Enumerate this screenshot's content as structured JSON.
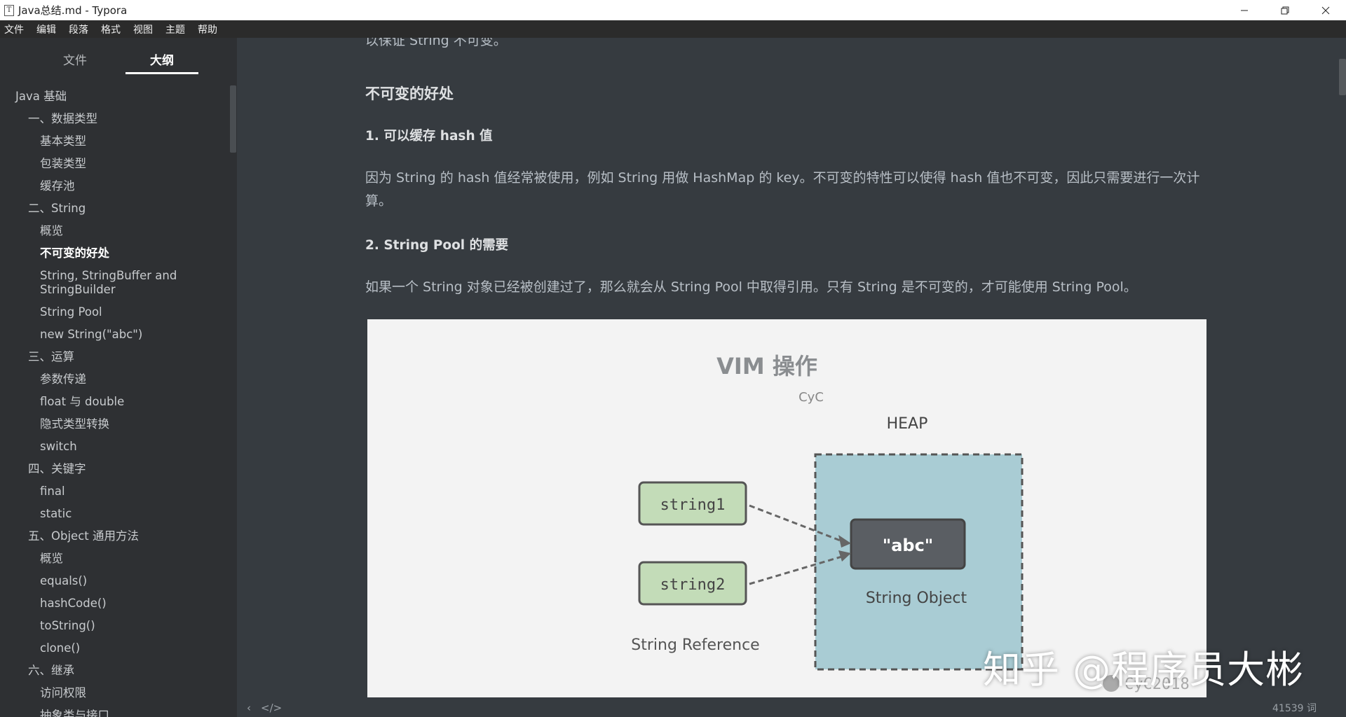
{
  "window": {
    "title": "Java总结.md - Typora",
    "app_icon": "T"
  },
  "menu": [
    "文件",
    "编辑",
    "段落",
    "格式",
    "视图",
    "主题",
    "帮助"
  ],
  "sidebar": {
    "tabs": [
      {
        "label": "文件",
        "active": false
      },
      {
        "label": "大纲",
        "active": true
      }
    ],
    "outline": [
      {
        "label": "Java 基础",
        "level": 1
      },
      {
        "label": "一、数据类型",
        "level": 2
      },
      {
        "label": "基本类型",
        "level": 3
      },
      {
        "label": "包装类型",
        "level": 3
      },
      {
        "label": "缓存池",
        "level": 3
      },
      {
        "label": "二、String",
        "level": 2
      },
      {
        "label": "概览",
        "level": 3
      },
      {
        "label": "不可变的好处",
        "level": 3,
        "active": true
      },
      {
        "label": "String, StringBuffer and StringBuilder",
        "level": 3
      },
      {
        "label": "String Pool",
        "level": 3
      },
      {
        "label": "new String(\"abc\")",
        "level": 3
      },
      {
        "label": "三、运算",
        "level": 2
      },
      {
        "label": "参数传递",
        "level": 3
      },
      {
        "label": "float 与 double",
        "level": 3
      },
      {
        "label": "隐式类型转换",
        "level": 3
      },
      {
        "label": "switch",
        "level": 3
      },
      {
        "label": "四、关键字",
        "level": 2
      },
      {
        "label": "final",
        "level": 3
      },
      {
        "label": "static",
        "level": 3
      },
      {
        "label": "五、Object 通用方法",
        "level": 2
      },
      {
        "label": "概览",
        "level": 3
      },
      {
        "label": "equals()",
        "level": 3
      },
      {
        "label": "hashCode()",
        "level": 3
      },
      {
        "label": "toString()",
        "level": 3
      },
      {
        "label": "clone()",
        "level": 3
      },
      {
        "label": "六、继承",
        "level": 2
      },
      {
        "label": "访问权限",
        "level": 3
      },
      {
        "label": "抽象类与接口",
        "level": 3
      }
    ]
  },
  "content": {
    "p_top": "以保证 String 不可变。",
    "h_benefits": "不可变的好处",
    "h_hash": "1. 可以缓存 hash 值",
    "p_hash": "因为 String 的 hash 值经常被使用，例如 String 用做 HashMap 的 key。不可变的特性可以使得 hash 值也不可变，因此只需要进行一次计算。",
    "h_pool": "2. String Pool 的需要",
    "p_pool": "如果一个 String 对象已经被创建过了，那么就会从 String Pool 中取得引用。只有 String 是不可变的，才可能使用 String Pool。"
  },
  "figure": {
    "title": "VIM 操作",
    "subtitle": "CyC",
    "heap_label": "HEAP",
    "ref1": "string1",
    "ref2": "string2",
    "obj_value": "\"abc\"",
    "obj_label": "String Object",
    "ref_label": "String Reference",
    "credit": "CyC2018",
    "colors": {
      "ref_fill": "#c3dcb8",
      "heap_fill": "#a9ccd4",
      "obj_fill": "#5a5e63"
    }
  },
  "watermark": "知乎 @程序员大彬",
  "status": {
    "word_count": "41539 词"
  }
}
